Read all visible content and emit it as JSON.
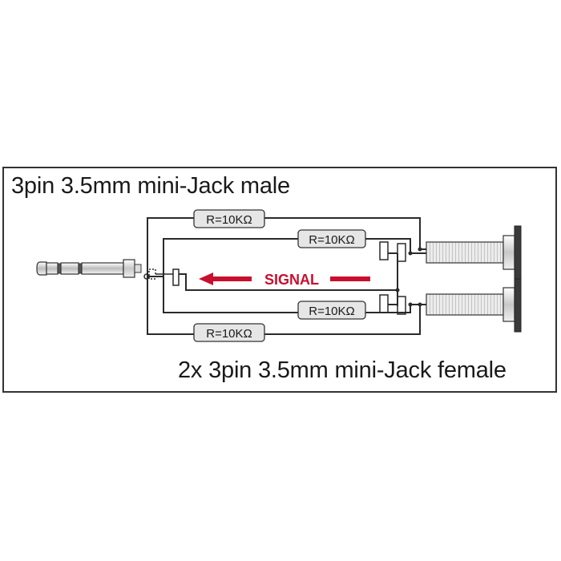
{
  "labels": {
    "male_connector": "3pin 3.5mm mini-Jack male",
    "female_connector": "2x 3pin 3.5mm mini-Jack female"
  },
  "resistors": [
    {
      "label": "R=10KΩ"
    },
    {
      "label": "R=10KΩ"
    },
    {
      "label": "R=10KΩ"
    },
    {
      "label": "R=10KΩ"
    }
  ],
  "signal": {
    "label": "SIGNAL",
    "direction": "right-to-left"
  },
  "colors": {
    "wire": "#2a2a2a",
    "signal": "#c8102e",
    "resistor_fill": "#e6e6e6",
    "frame": "#333333"
  }
}
